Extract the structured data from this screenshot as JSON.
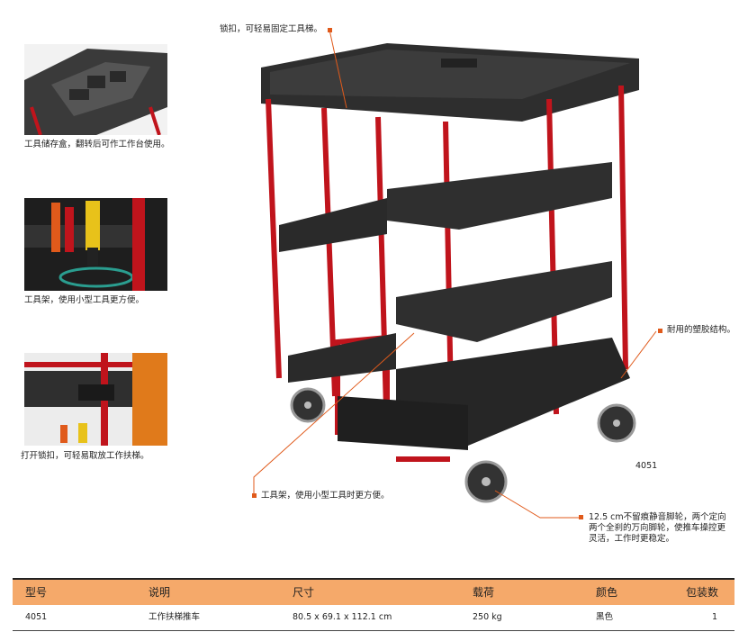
{
  "callouts": {
    "buckle": "锁扣，可轻易固定工具梯。",
    "storage_box": "工具储存盒，翻转后可作工作台使用。",
    "tool_rack_side": "工具架，使用小型工具更方便。",
    "open_buckle": "打开锁扣，可轻易取放工作扶梯。",
    "plastic": "耐用的塑胶结构。",
    "tool_rack_main": "工具架，使用小型工具时更方便。",
    "casters": "12.5 cm不留痕静音脚轮，两个定向两个全刹的万向脚轮，使推车操控更灵活，工作时更稳定。"
  },
  "model_label": "4051",
  "colors": {
    "accent": "#e05a1b",
    "header_bg": "#f5a96a",
    "frame_red": "#c0141c",
    "plastic": "#2a2a2a"
  },
  "table": {
    "headers": [
      "型号",
      "说明",
      "尺寸",
      "载荷",
      "颜色",
      "包装数"
    ],
    "rows": [
      [
        "4051",
        "工作扶梯推车",
        "80.5 x 69.1 x 112.1 cm",
        "250 kg",
        "黑色",
        "1"
      ]
    ]
  }
}
